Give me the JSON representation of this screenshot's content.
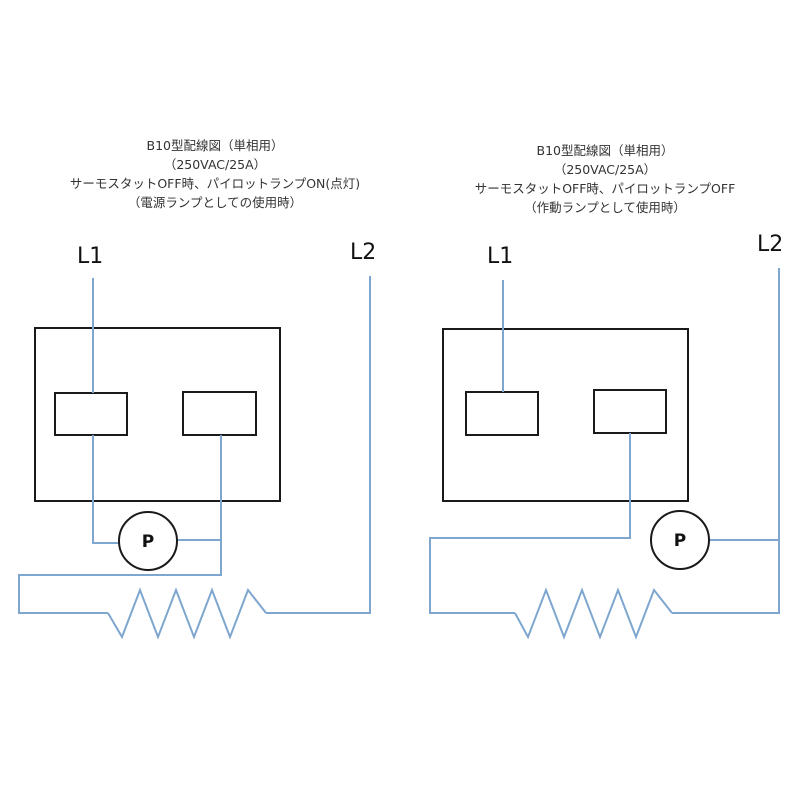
{
  "left": {
    "caption": [
      "B10型配線図（単相用）",
      "（250VAC/25A）",
      "サーモスタットOFF時、パイロットランプON(点灯)",
      "（電源ランプとしての使用時）"
    ],
    "l1": "L1",
    "l2": "L2",
    "lamp": "P"
  },
  "right": {
    "caption": [
      "B10型配線図（単相用）",
      "（250VAC/25A）",
      "サーモスタットOFF時、パイロットランプOFF",
      "（作動ランプとして使用時）"
    ],
    "l1": "L1",
    "l2": "L2",
    "lamp": "P"
  },
  "colors": {
    "wire": "#7ea6cf",
    "outline": "#1a1a1a"
  }
}
